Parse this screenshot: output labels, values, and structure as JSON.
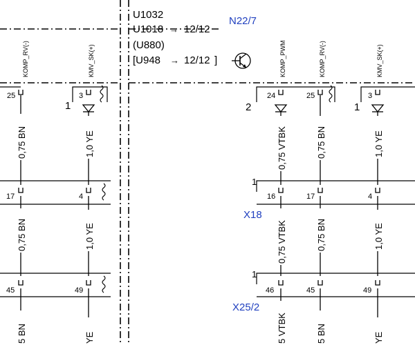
{
  "header": {
    "refs": [
      "U1032",
      "U1018",
      "(U880)",
      "[U948",
      "]"
    ],
    "pages": [
      "12/12",
      "12/12"
    ],
    "component": "N22/7",
    "arrow_symbol": "→"
  },
  "pins": {
    "top_left": [
      "25",
      "3"
    ],
    "top_right": [
      "24",
      "25",
      "3"
    ],
    "labels_left": [
      "KOMP_RV(-)",
      "KMV_SK(+)"
    ],
    "labels_right": [
      "KOMP_PWM",
      "KOMP_RV(-)",
      "KMV_SK(+)"
    ],
    "diode_marks": [
      "1",
      "2",
      "1"
    ]
  },
  "wires": {
    "row1": [
      "0,75 BN",
      "1,0 YE",
      "0,75 VTBK",
      "0,75 BN",
      "1,0 YE"
    ],
    "row2": [
      "0,75 BN",
      "1,0 YE",
      "0,75 VTBK",
      "0,75 BN",
      "1,0 YE"
    ],
    "row3": [
      "5 BN",
      "YE",
      "5 VTBK",
      "5 BN",
      "YE"
    ]
  },
  "connector_x18": {
    "name": "X18",
    "pins_left": [
      "17",
      "4"
    ],
    "pins_right": [
      "16",
      "17",
      "4"
    ],
    "mark": "1"
  },
  "connector_x25": {
    "name": "X25/2",
    "pins_left": [
      "45",
      "49"
    ],
    "pins_right": [
      "46",
      "45",
      "49"
    ],
    "mark": "1"
  },
  "colors": {
    "line": "#000000",
    "component_label": "#1f3fbf"
  },
  "icons": [
    "transistor-icon",
    "diode-icon",
    "connector-socket-icon",
    "arrow-right-icon",
    "shield-wave-icon"
  ]
}
